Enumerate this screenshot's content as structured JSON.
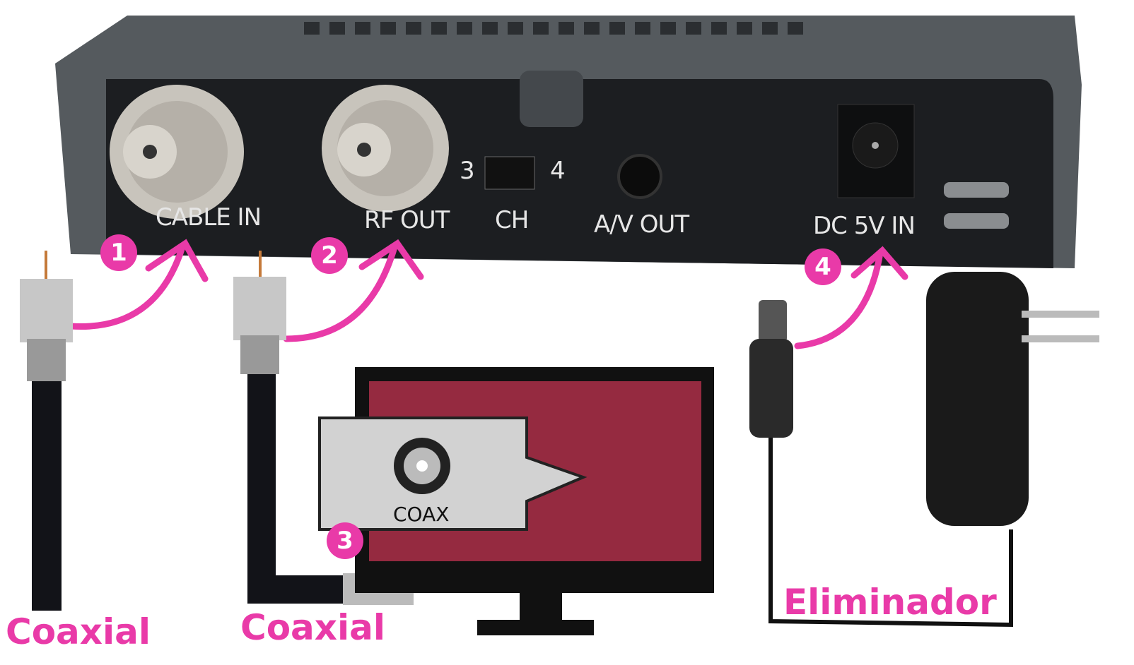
{
  "device": {
    "ports": {
      "cable_in": "CABLE IN",
      "rf_out": "RF OUT",
      "ch_left": "3",
      "ch_right": "4",
      "ch": "CH",
      "av_out": "A/V OUT",
      "dc_in": "DC 5V IN"
    }
  },
  "steps": [
    "1",
    "2",
    "3",
    "4"
  ],
  "tv": {
    "callout_label": "COAX",
    "screen_color": "#952a40"
  },
  "captions": {
    "coaxial_1": "Coaxial",
    "coaxial_2": "Coaxial",
    "adapter": "Eliminador"
  },
  "accent_color": "#e93aa8"
}
